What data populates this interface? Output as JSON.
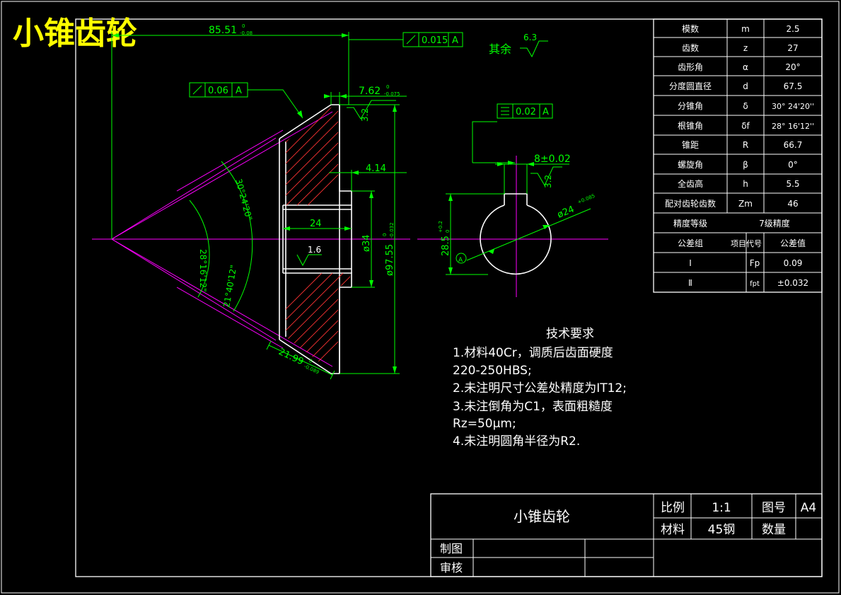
{
  "drawing_title": "小锥齿轮",
  "dimensions": {
    "d_85_51": "85.51",
    "tol_85_51": "-0.08",
    "tol_85_51_upper": "0",
    "runout_1": "0.015",
    "runout_1_datum": "A",
    "runout_2": "0.06",
    "runout_2_datum": "A",
    "d_7_62": "7.62",
    "tol_7_62": "-0.075",
    "tol_7_62_upper": "0",
    "d_4_14": "4.14",
    "d_24": "24",
    "d_34": "ø34",
    "d_97_55": "ø97.55",
    "tol_97_55": "-0.032",
    "tol_97_55_upper": "0",
    "angle_30": "30°24'20\"",
    "angle_28": "28°16'12\"",
    "angle_21_40": "21°40'12\"",
    "angle_21_99": "21.99",
    "tol_21_99": "-0.089",
    "tol_21_99_upper": "0",
    "rough_1_6": "1.6",
    "rough_3_2_a": "3.2",
    "rough_3_2_b": "3.2",
    "rest_label": "其余",
    "rest_value": "6.3",
    "symmetry_tol": "0.02",
    "symmetry_datum": "A",
    "key_width": "8±0.02",
    "keyway_depth": "28.5",
    "keyway_depth_tol": "+0.2",
    "keyway_depth_tol_lower": "0",
    "bore": "ø24",
    "bore_tol": "+0.085",
    "datum_a": "A"
  },
  "param_table": {
    "rows": [
      {
        "name": "模数",
        "sym": "m",
        "val": "2.5"
      },
      {
        "name": "齿数",
        "sym": "z",
        "val": "27"
      },
      {
        "name": "齿形角",
        "sym": "α",
        "val": "20°"
      },
      {
        "name": "分度圆直径",
        "sym": "d",
        "val": "67.5"
      },
      {
        "name": "分锥角",
        "sym": "δ",
        "val": "30° 24'20''"
      },
      {
        "name": "根锥角",
        "sym": "δf",
        "val": "28° 16'12''"
      },
      {
        "name": "锥距",
        "sym": "R",
        "val": "66.7"
      },
      {
        "name": "螺旋角",
        "sym": "β",
        "val": "0°"
      },
      {
        "name": "全齿高",
        "sym": "h",
        "val": "5.5"
      },
      {
        "name": "配对齿轮齿数",
        "sym": "Zm",
        "val": "46"
      }
    ],
    "accuracy_label": "精度等级",
    "accuracy_value": "7级精度",
    "tol_header": [
      "公差组",
      "项目代号",
      "公差值"
    ],
    "tol_rows": [
      {
        "group": "Ⅰ",
        "code": "Fp",
        "val": "0.09"
      },
      {
        "group": "Ⅱ",
        "code": "fpt",
        "val": "±0.032"
      }
    ]
  },
  "tech_req": {
    "title": "技术要求",
    "lines": [
      "1.材料40Cr，调质后齿面硬度",
      "220-250HBS;",
      "2.未注明尺寸公差处精度为IT12;",
      "3.未注倒角为C1，表面粗糙度",
      "Rz=50μm;",
      "4.未注明圆角半径为R2."
    ]
  },
  "title_block": {
    "part_name": "小锥齿轮",
    "scale_label": "比例",
    "scale_value": "1:1",
    "drawing_no_label": "图号",
    "drawing_no_value": "A4",
    "material_label": "材料",
    "material_value": "45钢",
    "quantity_label": "数量",
    "drawn_label": "制图",
    "checked_label": "审核"
  },
  "colors": {
    "background": "#000000",
    "frame": "#ffffff",
    "dimension": "#00ff00",
    "centerline": "#ff00ff",
    "hatch": "#ff3333",
    "title": "#ffff00"
  }
}
